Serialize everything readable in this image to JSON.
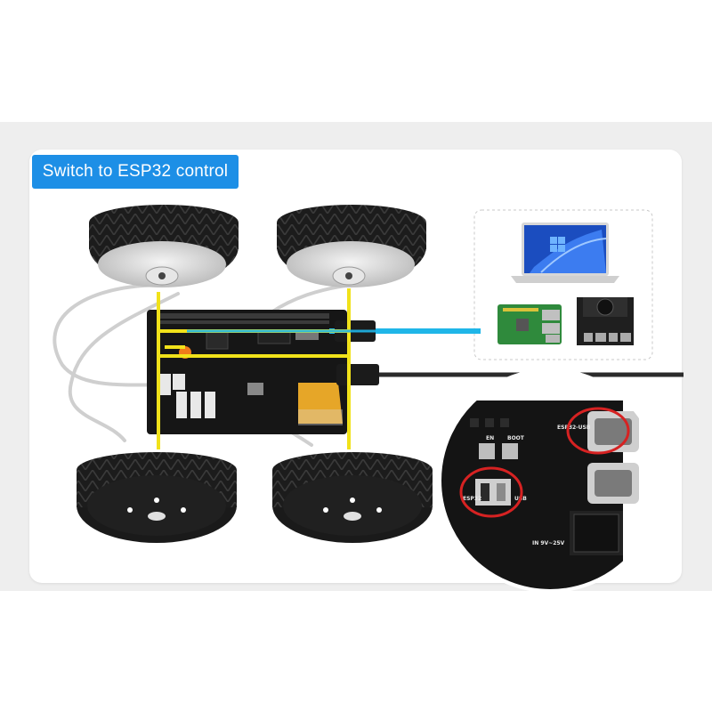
{
  "title": "Switch to ESP32 control",
  "colors": {
    "accent_blue": "#1d8fe6",
    "wire_yellow": "#f1e21a",
    "cable_cyan": "#1fb6e8",
    "highlight_red": "#d62222",
    "indicator_orange": "#f07b1a"
  },
  "zoom_labels": {
    "esp32_usb": "ESP32-USB",
    "esp32": "ESP32",
    "usb": "USB",
    "en": "EN",
    "boot": "BOOT",
    "power": "IN 9V~25V"
  },
  "devices": {
    "laptop_icon": "laptop-icon",
    "raspberry_pi_icon": "raspberry-pi-board-icon",
    "jetson_icon": "jetson-module-icon"
  }
}
